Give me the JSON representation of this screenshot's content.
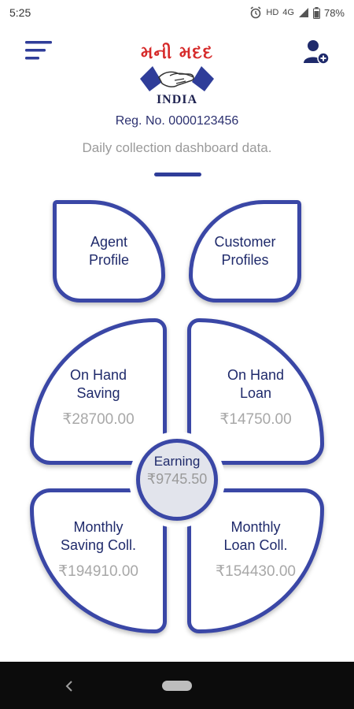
{
  "status_bar": {
    "time": "5:25",
    "network": "HD",
    "signal": "4G",
    "battery": "78%"
  },
  "header": {
    "logo_script": "મની મદદ",
    "logo_sub": "INDIA",
    "reg_no": "Reg. No. 0000123456",
    "subtitle": "Daily collection dashboard data.",
    "menu_icon": "hamburger-menu-icon",
    "profile_icon": "user-plus-icon"
  },
  "tiles": {
    "agent_profile": {
      "label": "Agent\nProfile"
    },
    "customer_profiles": {
      "label": "Customer\nProfiles"
    },
    "on_hand_saving": {
      "label": "On Hand\nSaving",
      "value": "₹28700.00"
    },
    "on_hand_loan": {
      "label": "On Hand\nLoan",
      "value": "₹14750.00"
    },
    "monthly_saving": {
      "label": "Monthly\nSaving Coll.",
      "value": "₹194910.00"
    },
    "monthly_loan": {
      "label": "Monthly\nLoan Coll.",
      "value": "₹154430.00"
    },
    "earning": {
      "label": "Earning",
      "value": "₹9745.50"
    }
  },
  "colors": {
    "accent": "#3a47a6",
    "title_text": "#1f2a6b",
    "value_text": "#a8a8a8",
    "logo_red": "#d62a2a"
  }
}
